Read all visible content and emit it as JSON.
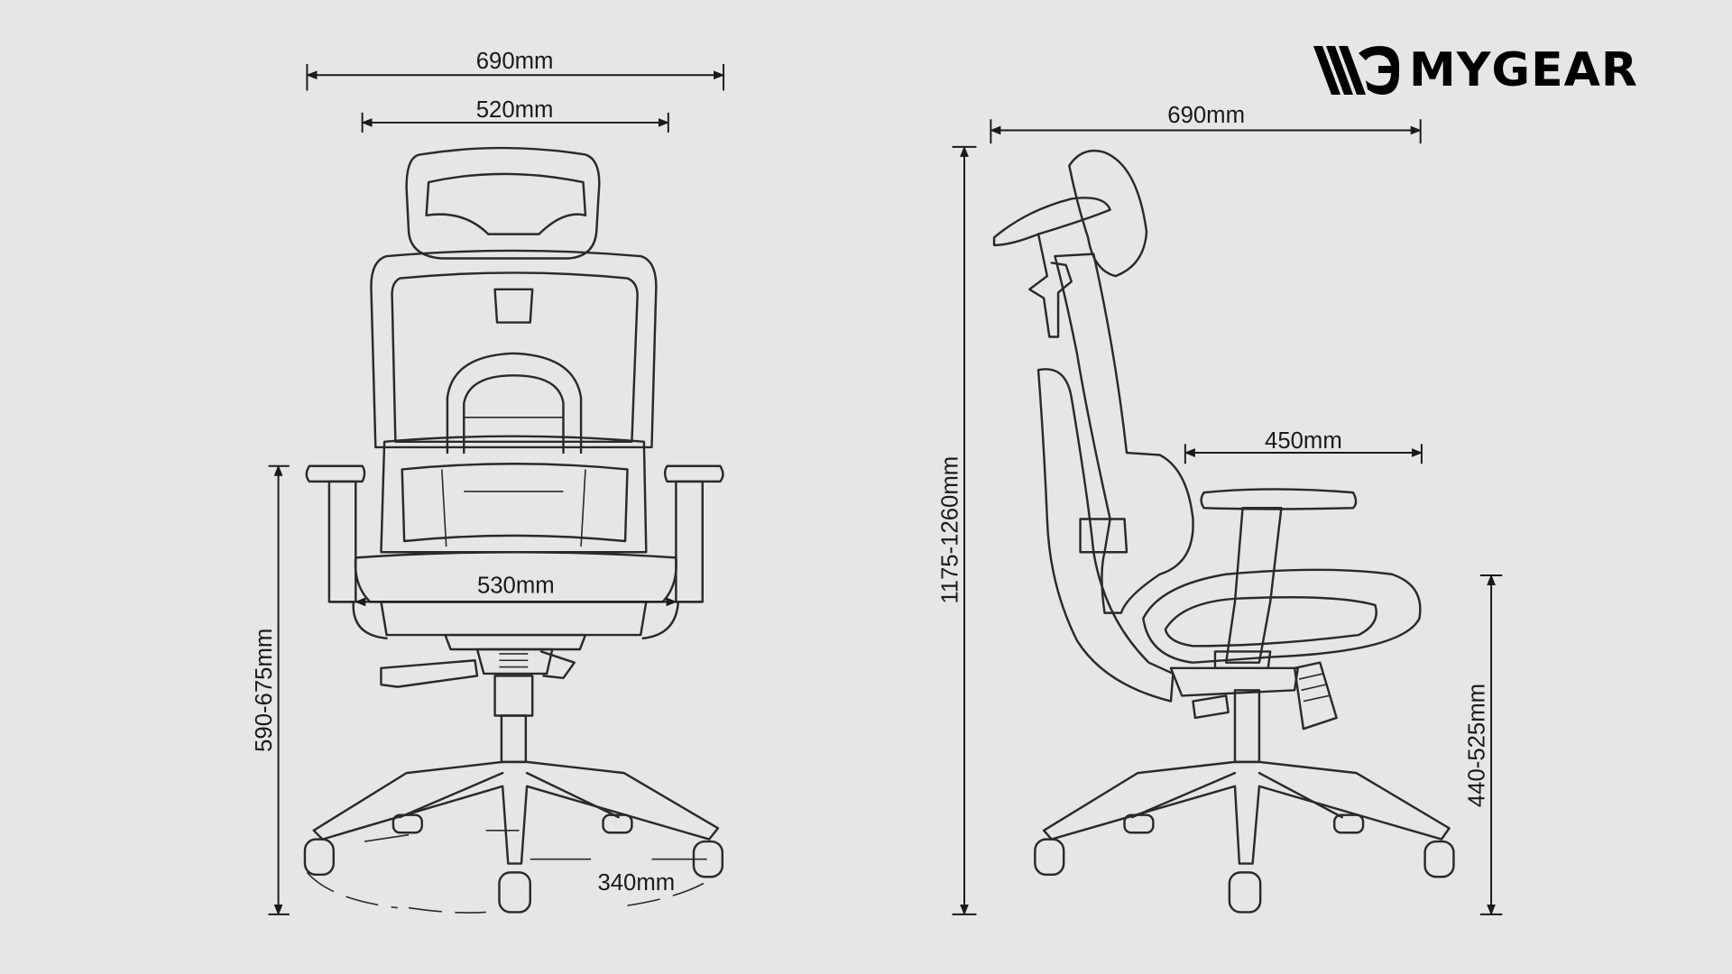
{
  "brand": {
    "name": "MYGEAR",
    "logo_icon": "wg-stripes-logo"
  },
  "front_view": {
    "overall_width": "690mm",
    "back_width": "520mm",
    "seat_width": "530mm",
    "armrest_height": "590-675mm",
    "base_radius": "340mm"
  },
  "side_view": {
    "overall_depth": "690mm",
    "total_height": "1175-1260mm",
    "seat_depth": "450mm",
    "seat_height": "440-525mm"
  },
  "colors": {
    "background": "#e6e6e6",
    "line": "#2a2a2a"
  }
}
